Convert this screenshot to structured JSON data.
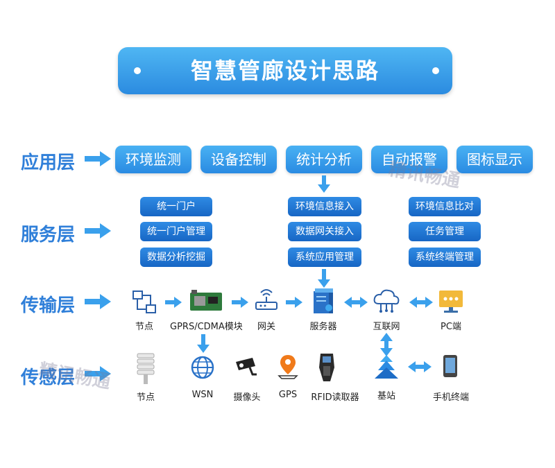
{
  "title": "智慧管廊设计思路",
  "layers": {
    "app": "应用层",
    "service": "服务层",
    "transport": "传输层",
    "sensing": "传感层"
  },
  "app_items": [
    "环境监测",
    "设备控制",
    "统计分析",
    "自动报警",
    "图标显示"
  ],
  "service_items": {
    "left": [
      "统一门户",
      "统一门户管理",
      "数据分析挖掘"
    ],
    "center": [
      "环境信息接入",
      "数据网关接入",
      "系统应用管理"
    ],
    "right": [
      "环境信息比对",
      "任务管理",
      "系统终端管理"
    ]
  },
  "transport_items": [
    "节点",
    "GPRS/CDMA模块",
    "网关",
    "服务器",
    "互联网",
    "PC端"
  ],
  "sensing_items": [
    "节点",
    "WSN",
    "摄像头",
    "GPS",
    "RFID读取器",
    "基站",
    "手机终端"
  ],
  "watermarks": [
    "精讯畅通",
    "精讯畅通"
  ],
  "colors": {
    "primary": "#2a8be2",
    "dark": "#1766c4",
    "label": "#2f7fd9"
  }
}
